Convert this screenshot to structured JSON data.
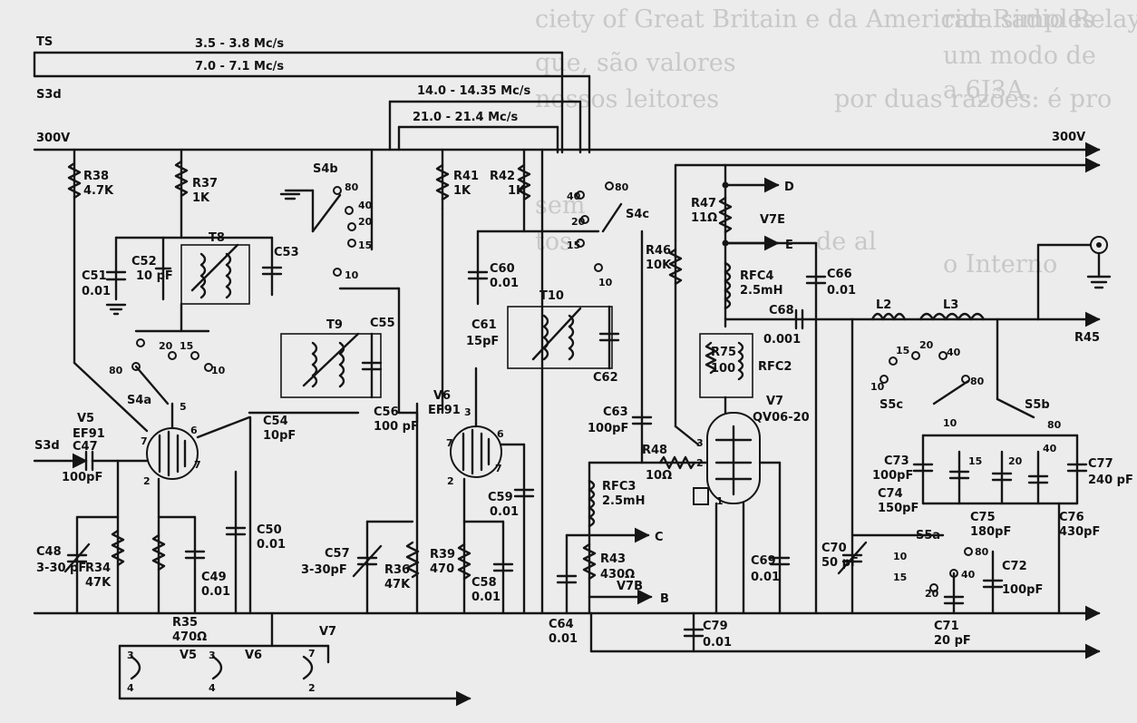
{
  "background_text": {
    "line1": "ciety of Great Britain e da American Radio Relay Lea",
    "line2": "que, são valores",
    "line3": "nossos leitores",
    "line4": "por duas razões: é pro",
    "line5": "sem",
    "line6": "tos",
    "line7": "de al",
    "right1": "rida simples",
    "right2": "um modo de",
    "right3": "a 6J3A.",
    "right4": "o Interno"
  },
  "bus_labels": {
    "ts": "TS",
    "s3d_top": "S3d",
    "b300_left": "300V",
    "b300_right": "300V",
    "band_80": "3.5 - 3.8 Mc/s",
    "band_40": "7.0 - 7.1 Mc/s",
    "band_20": "14.0 - 14.35 Mc/s",
    "band_15": "21.0 - 21.4 Mc/s"
  },
  "components": {
    "r38": "R38",
    "r38_val": "4.7K",
    "r37": "R37",
    "r37_val": "1K",
    "r41": "R41",
    "r41_val": "1K",
    "r42": "R42",
    "r42_val": "1K",
    "r47": "R47",
    "r47_val": "11Ω",
    "r46": "R46",
    "r46_val": "10K",
    "c51": "C51",
    "c51_val": "0.01",
    "c52": "C52",
    "c52_val": "10 pF",
    "c53": "C53",
    "t8": "T8",
    "t9": "T9",
    "t10": "T10",
    "c55": "C55",
    "c60": "C60",
    "c60_val": "0.01",
    "c61": "C61",
    "c61_val": "15pF",
    "c62": "C62",
    "s4b": "S4b",
    "s4c": "S4c",
    "s4a": "S4a",
    "v5": "V5",
    "v5_type": "EF91",
    "v6": "V6",
    "v6_type": "EF91",
    "v7": "V7",
    "v7_type": "QV06-20",
    "v7e": "V7E",
    "v7b": "V7B",
    "rfc4": "RFC4",
    "rfc4_val": "2.5mH",
    "rfc2": "RFC2",
    "rfc3": "RFC3",
    "rfc3_val": "2.5mH",
    "r75": "R75",
    "r75_val": "100",
    "c66": "C66",
    "c66_val": "0.01",
    "c68": "C68",
    "c68_val": "0.001",
    "c54": "C54",
    "c54_val": "10pF",
    "c56": "C56",
    "c56_val": "100 pF",
    "c63": "C63",
    "c63_val": "100pF",
    "r48": "R48",
    "r48_val": "10Ω",
    "c47": "C47",
    "c47_val": "100pF",
    "s3d_in": "S3d",
    "c48": "C48",
    "c48_val": "3-30 pF",
    "r34": "R34",
    "r34_val": "47K",
    "r35": "R35",
    "r35_val": "470Ω",
    "c49": "C49",
    "c49_val": "0.01",
    "c50": "C50",
    "c50_val": "0.01",
    "c57": "C57",
    "c57_val": "3-30pF",
    "r36": "R36",
    "r36_val": "47K",
    "r39": "R39",
    "r39_val": "470",
    "c58": "C58",
    "c58_val": "0.01",
    "c59": "C59",
    "c59_val": "0.01",
    "r43": "R43",
    "r43_val": "430Ω",
    "c64": "C64",
    "c64_val": "0.01",
    "c79": "C79",
    "c79_val": "0.01",
    "c69": "C69",
    "c69_val": "0.01",
    "c70": "C70",
    "c70_val": "50 pF",
    "l2": "L2",
    "l3": "L3",
    "s5c": "S5c",
    "s5b": "S5b",
    "s5a": "S5a",
    "c73": "C73",
    "c73_val": "100pF",
    "c74": "C74",
    "c74_val": "150pF",
    "c75": "C75",
    "c75_val": "180pF",
    "c76": "C76",
    "c76_val": "430pF",
    "c77": "C77",
    "c77_val": "240 pF",
    "c71": "C71",
    "c71_val": "20 pF",
    "c72": "C72",
    "c72_val": "100pF",
    "r45": "R45"
  },
  "terminals": {
    "d": "D",
    "e": "E",
    "c": "C",
    "b": "B"
  },
  "switch_positions": {
    "p80": "80",
    "p40": "40",
    "p20": "20",
    "p15": "15",
    "p10": "10"
  },
  "pins": {
    "p1": "1",
    "p2": "2",
    "p3": "3",
    "p4": "4",
    "p5": "5",
    "p6": "6",
    "p7": "7"
  },
  "heater": {
    "v5": "V5",
    "v6": "V6",
    "v7": "V7",
    "v5_top": "3",
    "v5_bot": "4",
    "v6_top": "3",
    "v6_bot": "4",
    "v7_top": "7",
    "v7_bot": "2"
  }
}
